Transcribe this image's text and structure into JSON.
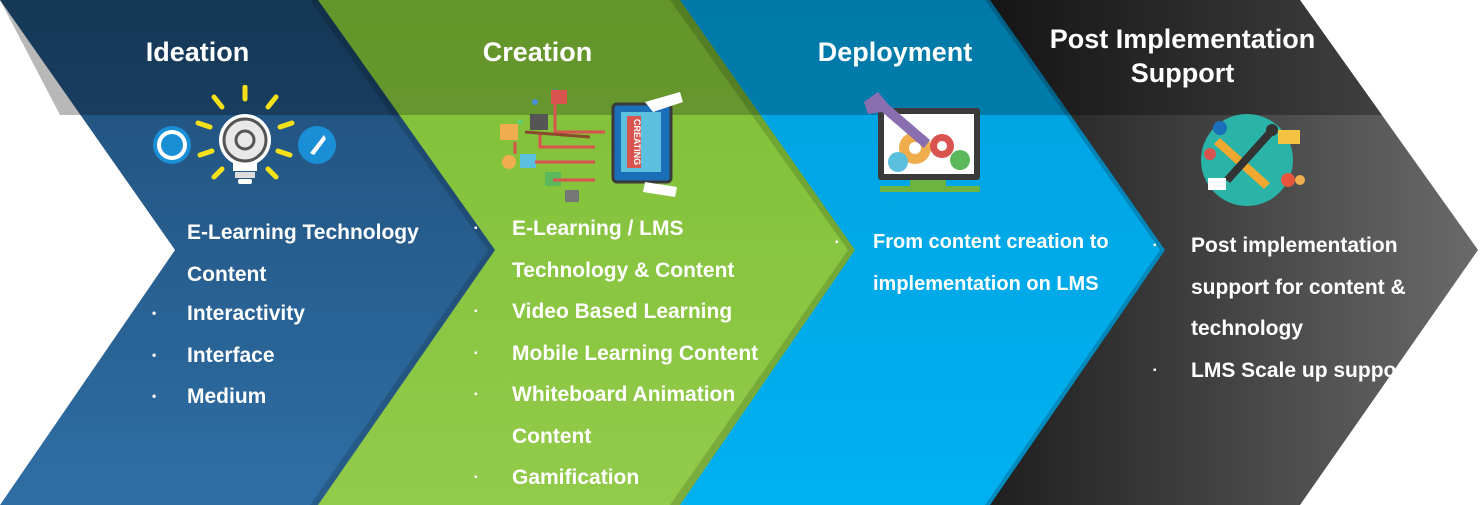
{
  "stages": [
    {
      "title": "Ideation",
      "lead": "E-Learning Technology Content",
      "items": [
        "Interactivity",
        "Interface",
        "Medium"
      ],
      "color": "#2b5f8f"
    },
    {
      "title": "Creation",
      "items": [
        "E-Learning / LMS Technology & Content",
        "Video Based Learning",
        "Mobile Learning Content",
        "Whiteboard Animation Content",
        "Gamification"
      ],
      "color": "#8dc63f"
    },
    {
      "title": "Deployment",
      "items": [
        "From content creation to implementation on LMS"
      ],
      "color": "#00aeef"
    },
    {
      "title": "Post Implementation Support",
      "items": [
        "Post implementation support for content & technology",
        "LMS Scale up support"
      ],
      "color": "#3c3c3c"
    }
  ],
  "icons": {
    "ideation": "lightbulb-gear-icon",
    "creation": "creating-tablet-icon",
    "deployment": "monitor-wrench-gears-icon",
    "support": "tools-circle-icon"
  },
  "creation_badge": "CREATING"
}
